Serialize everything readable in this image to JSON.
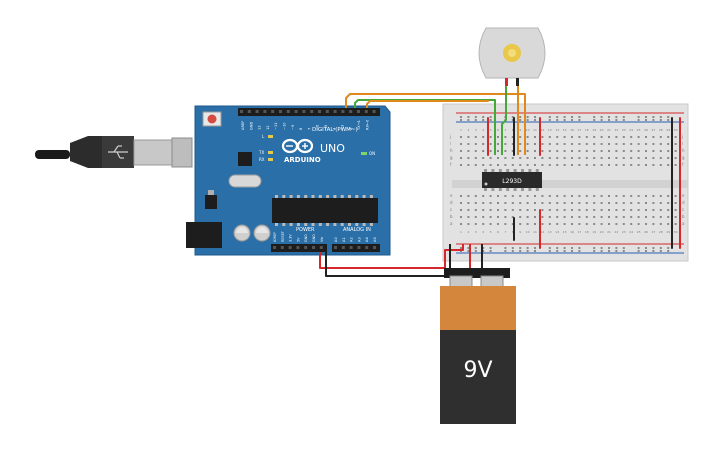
{
  "arduino": {
    "brand": "ARDUINO",
    "model": "UNO",
    "header_digital": "DIGITAL (PWM~)",
    "header_power": "POWER",
    "header_analog": "ANALOG IN",
    "on_label": "ON",
    "tx_label": "TX",
    "rx_label": "RX",
    "l_label": "L",
    "top_pins": [
      "AREF",
      "GND",
      "13",
      "12",
      "~11",
      "~10",
      "~9",
      "8",
      "7",
      "~6",
      "~5",
      "4",
      "~3",
      "2",
      "TX→1",
      "RX←0"
    ],
    "power_pins": [
      "IOREF",
      "RESET",
      "3.3V",
      "5V",
      "GND",
      "GND",
      "Vin"
    ],
    "analog_pins": [
      "A0",
      "A1",
      "A2",
      "A3",
      "A4",
      "A5"
    ]
  },
  "breadboard": {
    "row_letters_top": [
      "j",
      "i",
      "h",
      "g",
      "f"
    ],
    "row_letters_bottom": [
      "e",
      "d",
      "c",
      "b",
      "a"
    ],
    "column_count": 30
  },
  "chip": {
    "label": "L293D"
  },
  "battery": {
    "label": "9V"
  },
  "colors": {
    "board": "#2a6fa8",
    "board_dark": "#1f5a8c",
    "wire_orange": "#e08a1e",
    "wire_green": "#47a83a",
    "wire_red": "#d6282a",
    "wire_black": "#222222",
    "battery_top": "#d4863c",
    "battery_body": "#2f2f2f"
  }
}
